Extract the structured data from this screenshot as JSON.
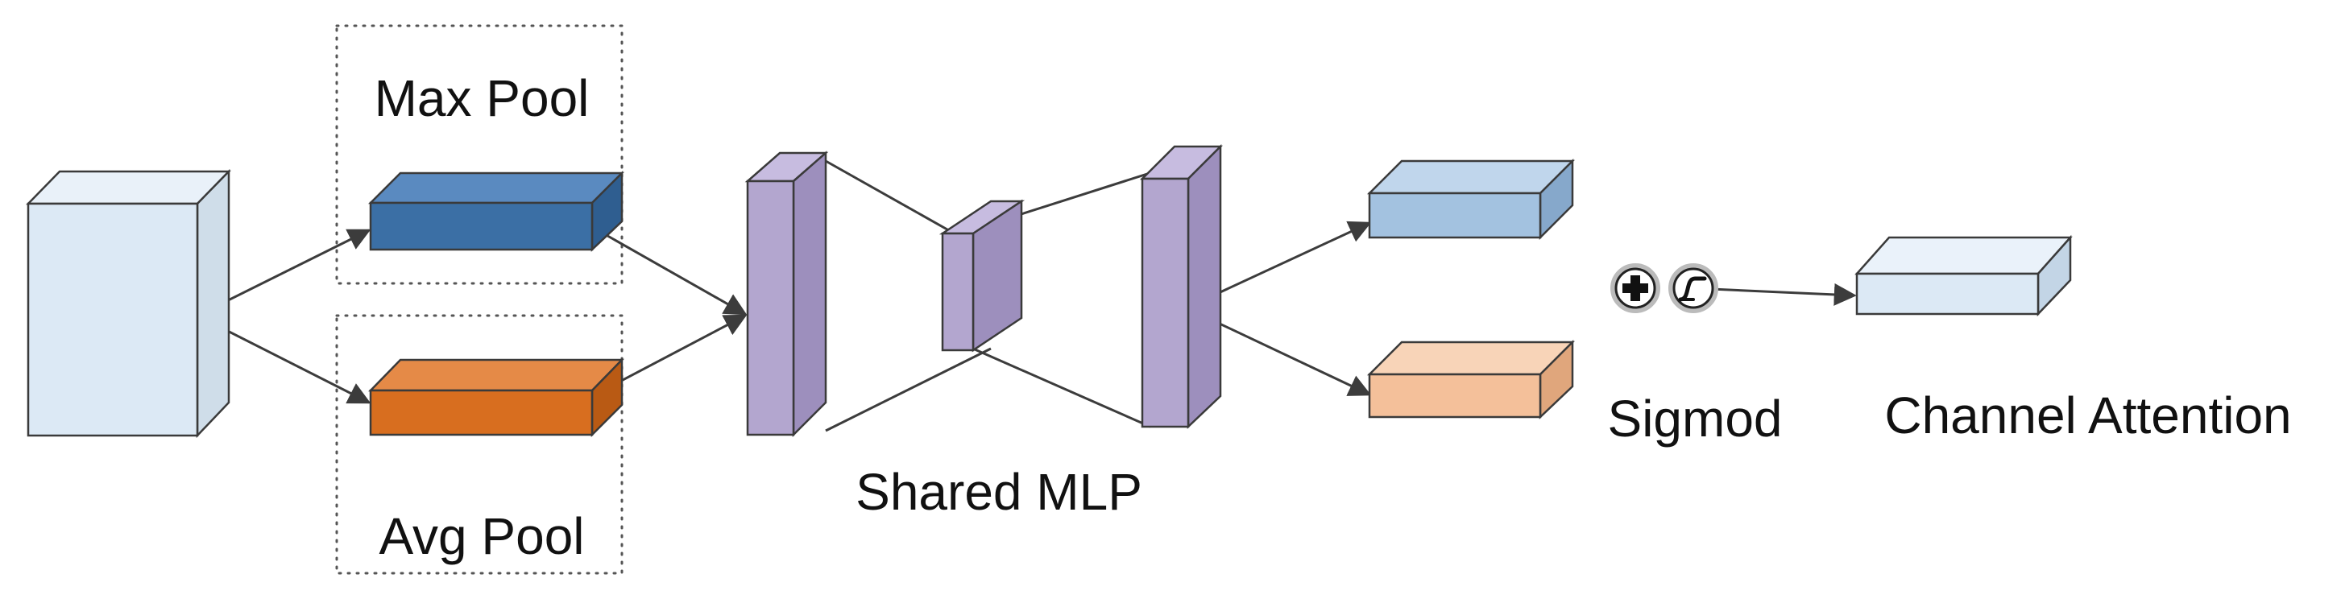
{
  "labels": {
    "max_pool": "Max Pool",
    "avg_pool": "Avg Pool",
    "shared_mlp": "Shared MLP",
    "sigmoid": "Sigmod",
    "channel_attention": "Channel Attention"
  },
  "colors": {
    "input_feature": "#dce9f5",
    "max_pool": "#3b6fa5",
    "avg_pool": "#d86e1f",
    "mlp_layer": "#b3a6cf",
    "max_out": "#a3c2e0",
    "avg_out": "#f4c09a",
    "attention_out": "#dce9f5"
  },
  "icons": {
    "add": "plus-circle-icon",
    "sigmoid": "sigmoid-curve-icon"
  }
}
